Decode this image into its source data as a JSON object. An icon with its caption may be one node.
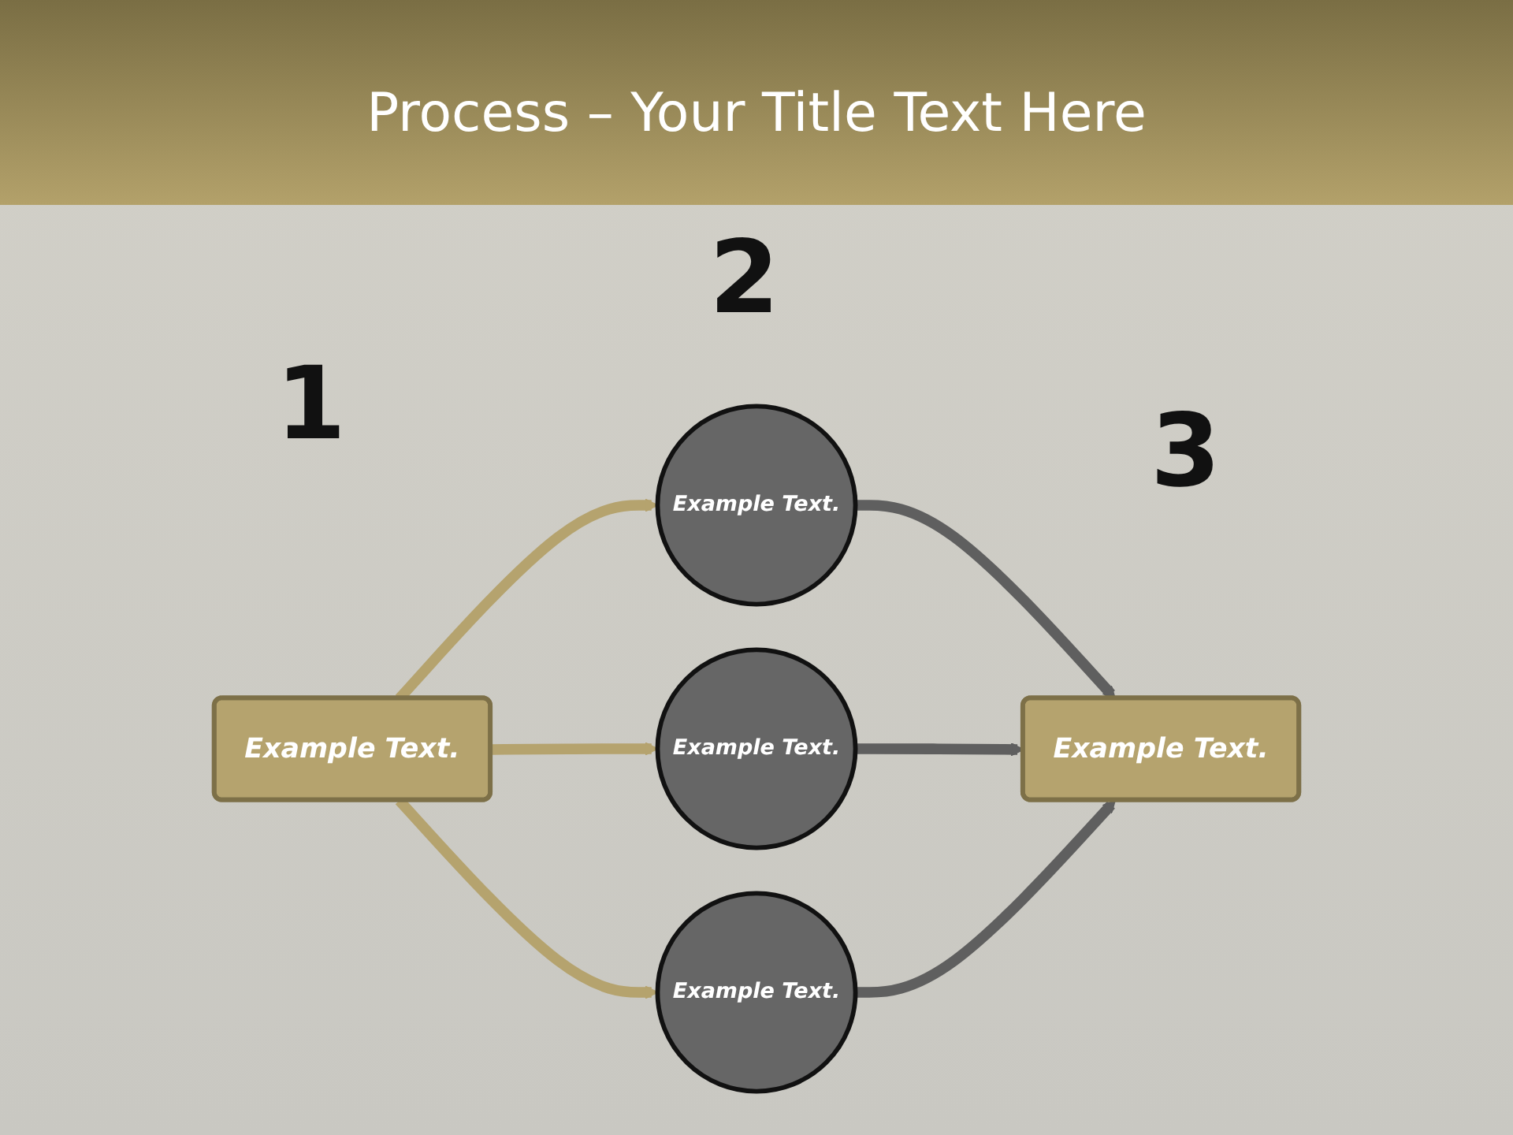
{
  "diagram": {
    "title": "Process – Your Title Text Here",
    "nodes": [
      {
        "text": [
          "Example Text."
        ]
      },
      {
        "text": [
          "Example Text."
        ]
      },
      {
        "text": [
          "Example Text."
        ]
      },
      {
        "text": [
          "Example Text."
        ]
      },
      {
        "text": [
          "Example Text."
        ]
      }
    ],
    "edges": [
      {
        "from": 0,
        "to": 1,
        "arrow": "to",
        "color": "#b5a36e"
      },
      {
        "from": 0,
        "to": 2,
        "arrow": "to",
        "color": "#b5a36e"
      },
      {
        "from": 0,
        "to": 3,
        "arrow": "to",
        "color": "#b5a36e"
      },
      {
        "from": 1,
        "to": 4,
        "arrow": "to",
        "color": "#5f5f5f"
      },
      {
        "from": 2,
        "to": 4,
        "arrow": "to",
        "color": "#5f5f5f"
      },
      {
        "from": 3,
        "to": 4,
        "arrow": "to",
        "color": "#5f5f5f"
      }
    ],
    "labels": [
      "2",
      "1",
      "3"
    ]
  }
}
